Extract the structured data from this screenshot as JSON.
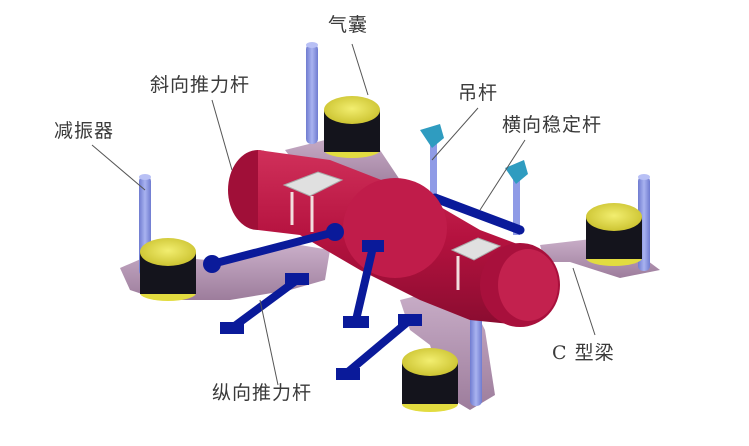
{
  "diagram": {
    "subject": "air suspension assembly",
    "labels": {
      "air_spring": "气囊",
      "diagonal_thrust_rod": "斜向推力杆",
      "shock_absorber": "减振器",
      "hanger_rod": "吊杆",
      "stabilizer_bar": "横向稳定杆",
      "longitudinal_thrust_rod": "纵向推力杆",
      "c_beam": "C 型梁"
    },
    "colors": {
      "axle_housing": "#b5123f",
      "air_spring_top": "#e6e04a",
      "air_spring_body": "#14141c",
      "shock_absorber": "#8f9be6",
      "c_beam": "#b99ab8",
      "thrust_rods": "#0a1a9a",
      "hanger_top": "#2f9cc0",
      "brackets": "#d9d9d9",
      "leader_line": "#555555",
      "text": "#3a3a3a"
    }
  }
}
